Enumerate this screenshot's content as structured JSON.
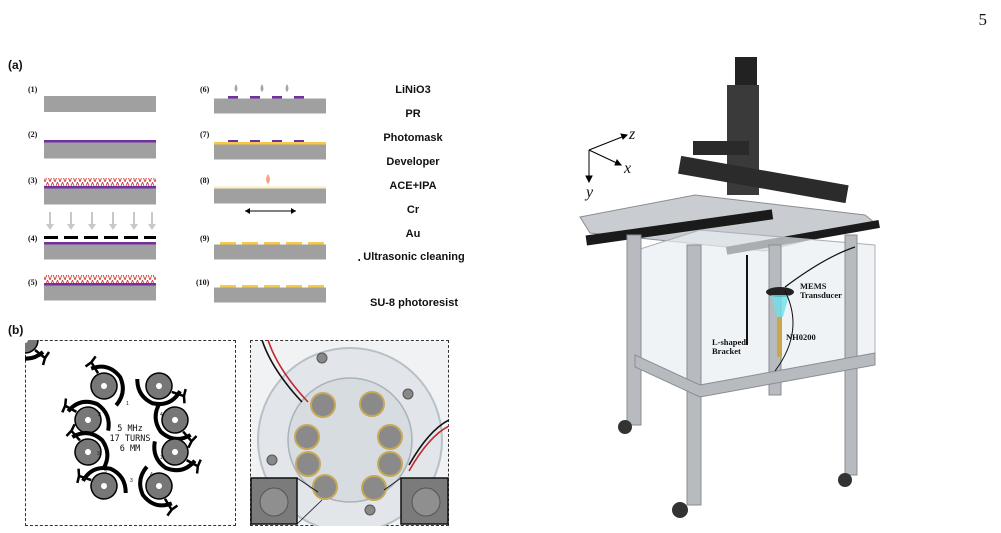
{
  "page": {
    "number": "5"
  },
  "panels": {
    "a": "(a)",
    "b": "(b)"
  },
  "steps": [
    "(1)",
    "(2)",
    "(3)",
    "(4)",
    "(5)",
    "(6)",
    "(7)",
    "(8)",
    "(9)",
    "(10)"
  ],
  "legend": [
    {
      "label": "LiNiO3",
      "color": "#9a9a9a",
      "icon": "gray-swatch"
    },
    {
      "label": "PR",
      "color": "#7030a0",
      "icon": "purple-swatch"
    },
    {
      "label": "Photomask",
      "color": "#000000",
      "icon": "black-swatch"
    },
    {
      "label": "Developer",
      "color": "#a6a6a6",
      "icon": "droplet-icon"
    },
    {
      "label": "ACE+IPA",
      "color": "#f4a582",
      "icon": "droplet-icon"
    },
    {
      "label": "Cr",
      "color": "#fdf0cc",
      "icon": "cream-swatch"
    },
    {
      "label": "Au",
      "color": "#f7c84a",
      "icon": "gold-swatch"
    },
    {
      "label": "Ultrasonic cleaning",
      "color": "#000000",
      "icon": "double-arrow-icon"
    },
    {
      "label": "SU-8 photoresist",
      "color": "#bdd7ee",
      "icon": "lightblue-swatch"
    }
  ],
  "coil_label": {
    "line1": "5 MHz",
    "line2": "17 TURNS",
    "line3": "6 MM"
  },
  "coil_numbers": [
    "1",
    "2",
    "3",
    "4",
    "1",
    "2",
    "3",
    "4"
  ],
  "photo_labels": {
    "mems": "MEMS Transducer",
    "nh": "NH0200",
    "bracket": "L-shaped Bracket"
  },
  "axes": {
    "z": "z",
    "x": "x",
    "y": "y"
  }
}
